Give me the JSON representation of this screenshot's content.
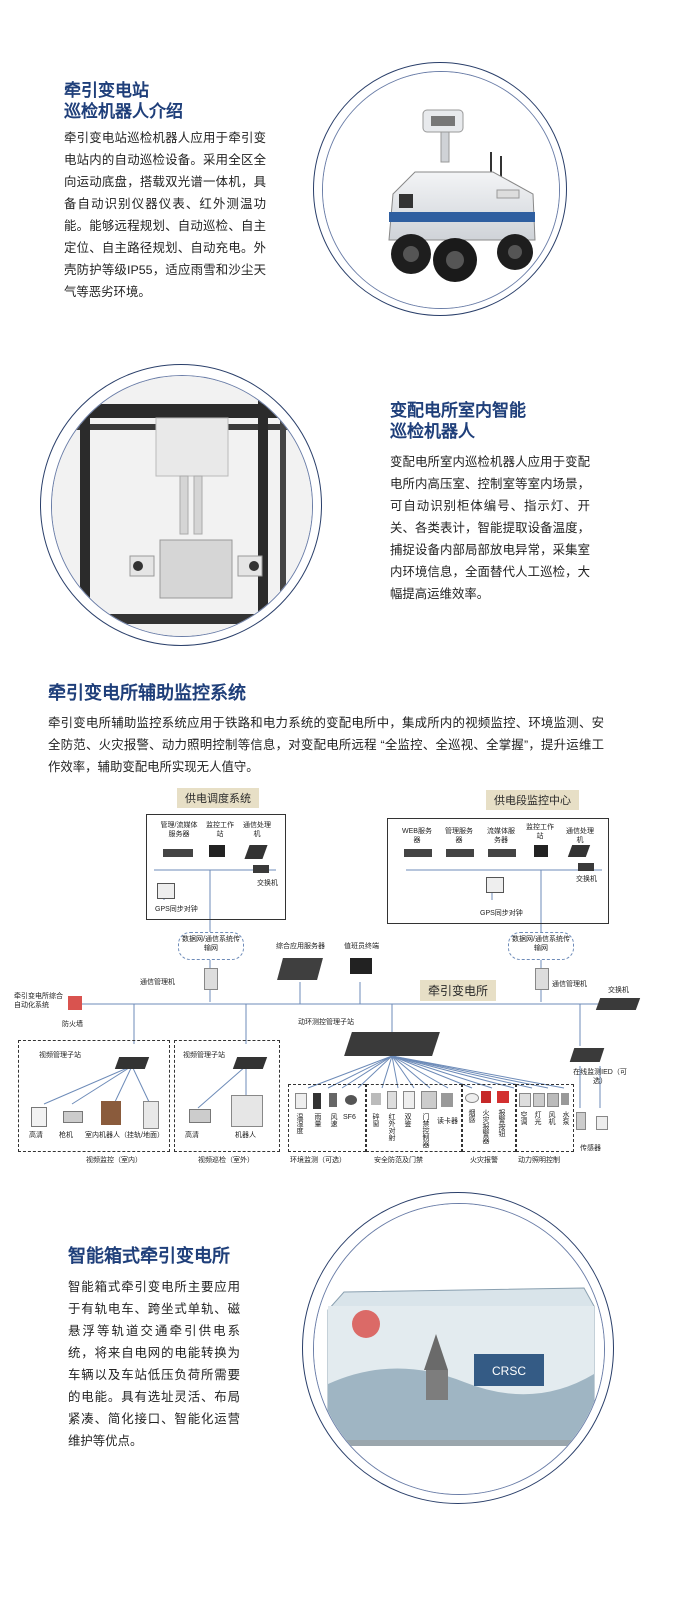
{
  "section1": {
    "title_line1": "牵引变电站",
    "title_line2": "巡检机器人介绍",
    "body": "牵引变电站巡检机器人应用于牵引变电站内的自动巡检设备。采用全区全向运动底盘，搭载双光谱一体机，具备自动识别仪器仪表、红外测温功能。能够远程规划、自动巡检、自主定位、自主路径规划、自动充电。外壳防护等级IP55，适应雨雪和沙尘天气等恶劣环境。"
  },
  "section2": {
    "title_line1": "变配电所室内智能",
    "title_line2": "巡检机器人",
    "body": "变配电所室内巡检机器人应用于变配电所内高压室、控制室等室内场景，可自动识别柜体编号、指示灯、开关、各类表计，智能提取设备温度，捕捉设备内部局部放电异常，采集室内环境信息，全面替代人工巡检，大幅提高运维效率。"
  },
  "section3": {
    "title": "牵引变电所辅助监控系统",
    "body": "牵引变电所辅助监控系统应用于铁路和电力系统的变配电所中，集成所内的视频监控、环境监测、安全防范、火灾报警、动力照明控制等信息，对变配电所远程 “全监控、全巡视、全掌握”，提升运维工作效率，辅助变配电所实现无人值守。"
  },
  "diagram": {
    "top_left_label": "供电调度系统",
    "top_right_label": "供电段监控中心",
    "left_box_items": [
      "管理/流媒体服务器",
      "监控工作站",
      "通信处理机"
    ],
    "right_box_items": [
      "WEB服务器",
      "管理服务器",
      "流媒体服务器",
      "监控工作站",
      "通信处理机"
    ],
    "switch": "交换机",
    "gps": "GPS同步对钟",
    "network": "数据网/通信系统传输网",
    "comm_manager": "通信管理机",
    "app_server": "综合应用服务器",
    "duty_terminal": "值班员终端",
    "substation": "牵引变电所",
    "scada": "牵引变电所综合自动化系统",
    "firewall": "防火墙",
    "env_substation": "动环测控管理子站",
    "video_sub1": "视频管理子站",
    "video_sub2": "视频管理子站",
    "left_devices": [
      "高清",
      "枪机",
      "室内机器人（挂轨/地面）"
    ],
    "mid_devices": [
      "高清",
      "机器人"
    ],
    "video_indoor": "视频监控（室内）",
    "video_outdoor": "视频巡检（室外）",
    "env_items": [
      "温湿度",
      "雨量",
      "风速",
      "SF6"
    ],
    "security_items": [
      "碎窗",
      "红外对射",
      "双鉴",
      "门禁控制器",
      "读卡器"
    ],
    "fire_items": [
      "烟感",
      "火灾报警器",
      "报警按钮"
    ],
    "power_items": [
      "空调",
      "灯光",
      "风机",
      "水泵"
    ],
    "env_label": "环境监测（可选）",
    "security_label": "安全防范及门禁",
    "fire_label": "火灾报警",
    "power_label": "动力照明控制",
    "online_monitor": "在线监测IED（可选）",
    "sensor": "传感器",
    "right_switch": "交换机"
  },
  "section4": {
    "title": "智能箱式牵引变电所",
    "body": "智能箱式牵引变电所主要应用于有轨电车、跨坐式单轨、磁悬浮等轨道交通牵引供电系统，将来自电网的电能转换为车辆以及车站低压负荷所需要的电能。具有选址灵活、布局紧凑、简化接口、智能化运营维护等优点。",
    "container_logo": "CRSC"
  }
}
